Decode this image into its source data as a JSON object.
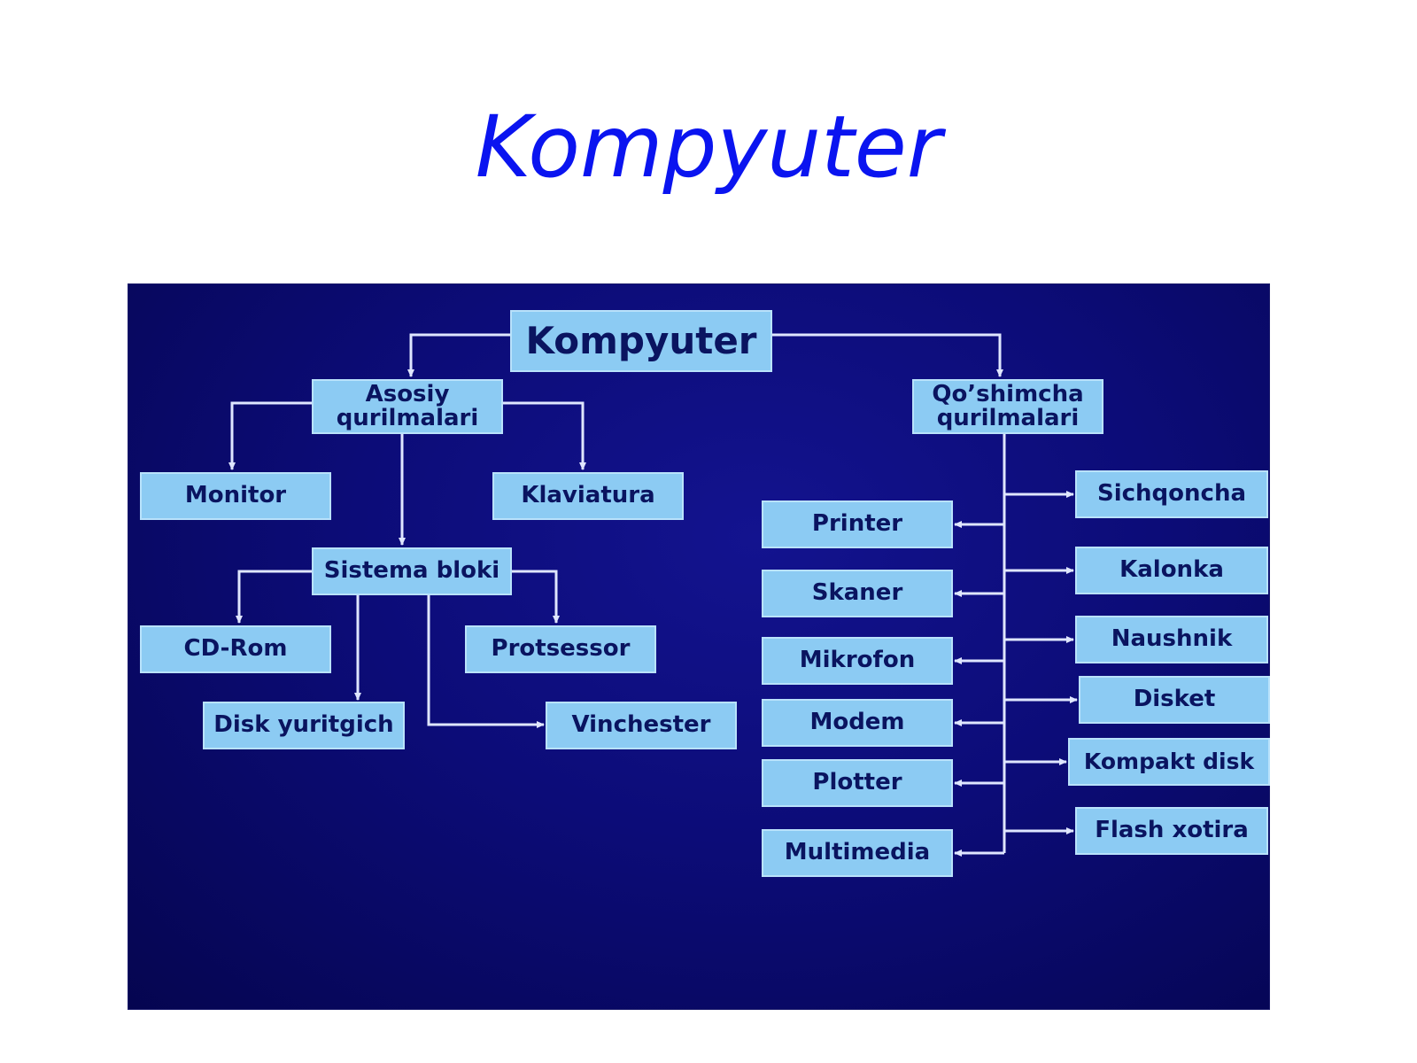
{
  "title": "Kompyuter",
  "diagram": {
    "root": "Kompyuter",
    "main_group": "Asosiy qurilmalari",
    "extra_group": "Qo’shimcha qurilmalari",
    "main_devices": {
      "monitor": "Monitor",
      "klaviatura": "Klaviatura",
      "sistema_bloki": "Sistema bloki"
    },
    "system_parts": {
      "cd_rom": "CD-Rom",
      "protsessor": "Protsessor",
      "disk_yuritgich": "Disk yuritgich",
      "vinchester": "Vinchester"
    },
    "extra_left": [
      "Printer",
      "Skaner",
      "Mikrofon",
      "Modem",
      "Plotter",
      "Multimedia"
    ],
    "extra_right": [
      "Sichqoncha",
      "Kalonka",
      "Naushnik",
      "Disket",
      "Kompakt disk",
      "Flash xotira"
    ]
  },
  "colors": {
    "title": "#0a14f0",
    "panel": "#0c0c78",
    "box_fill": "#8ccbf3",
    "box_text": "#0a1460",
    "connector": "#dfe6ff"
  }
}
